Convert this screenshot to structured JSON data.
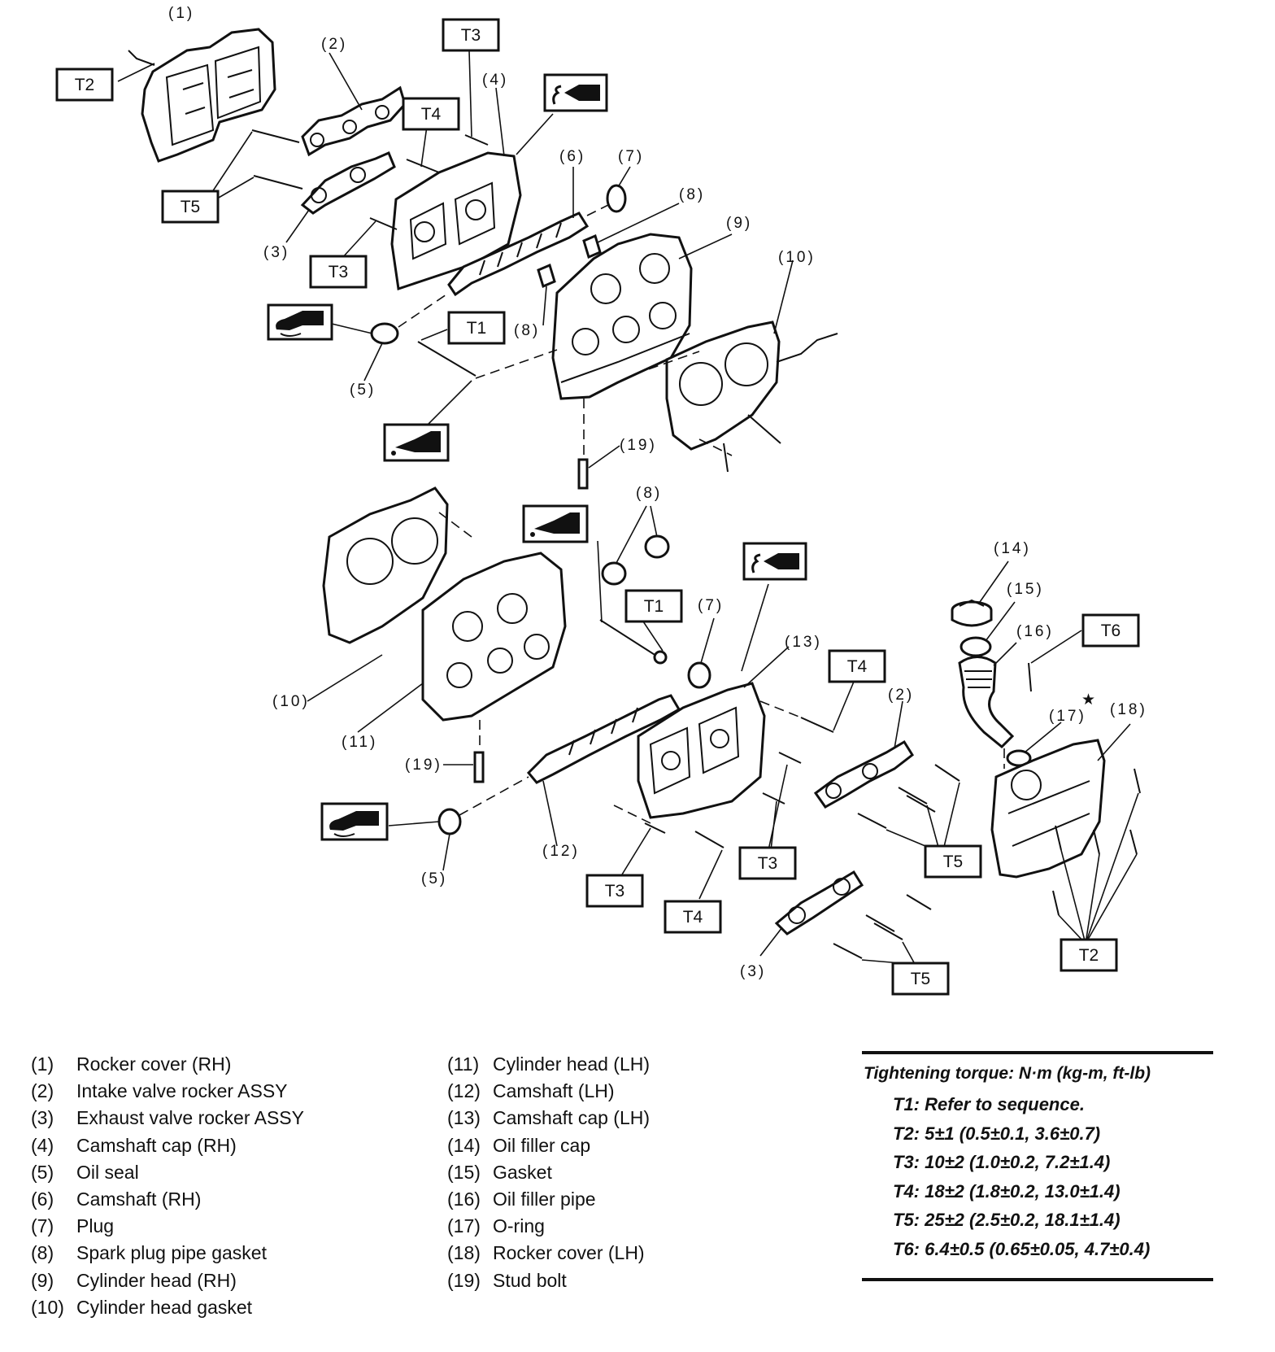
{
  "callouts": {
    "c1": "(1)",
    "c2a": "(2)",
    "c2b": "(2)",
    "c3a": "(3)",
    "c3b": "(3)",
    "c4": "(4)",
    "c5a": "(5)",
    "c5b": "(5)",
    "c6": "(6)",
    "c7a": "(7)",
    "c7b": "(7)",
    "c8a": "(8)",
    "c8b": "(8)",
    "c8c": "(8)",
    "c9": "(9)",
    "c10a": "(10)",
    "c10b": "(10)",
    "c11": "(11)",
    "c12": "(12)",
    "c13": "(13)",
    "c14": "(14)",
    "c15": "(15)",
    "c16": "(16)",
    "c17": "(17)",
    "c18": "(18)",
    "c19a": "(19)",
    "c19b": "(19)"
  },
  "torque_tags": {
    "t2a": "T2",
    "t3a": "T3",
    "t4a": "T4",
    "t5a": "T5",
    "t3b": "T3",
    "t1a": "T1",
    "t1b": "T1",
    "t4b": "T4",
    "t6": "T6",
    "t3c": "T3",
    "t5b": "T5",
    "t3d": "T3",
    "t4c": "T4",
    "t5c": "T5",
    "t2b": "T2"
  },
  "star_mark": "★",
  "legend_left": [
    {
      "num": "(1)",
      "label": "Rocker cover (RH)"
    },
    {
      "num": "(2)",
      "label": "Intake valve rocker ASSY"
    },
    {
      "num": "(3)",
      "label": "Exhaust valve rocker ASSY"
    },
    {
      "num": "(4)",
      "label": "Camshaft cap (RH)"
    },
    {
      "num": "(5)",
      "label": "Oil seal"
    },
    {
      "num": "(6)",
      "label": "Camshaft (RH)"
    },
    {
      "num": "(7)",
      "label": "Plug"
    },
    {
      "num": "(8)",
      "label": "Spark plug pipe gasket"
    },
    {
      "num": "(9)",
      "label": "Cylinder head (RH)"
    },
    {
      "num": "(10)",
      "label": "Cylinder head gasket"
    }
  ],
  "legend_right": [
    {
      "num": "(11)",
      "label": "Cylinder head (LH)"
    },
    {
      "num": "(12)",
      "label": "Camshaft (LH)"
    },
    {
      "num": "(13)",
      "label": "Camshaft cap (LH)"
    },
    {
      "num": "(14)",
      "label": "Oil filler cap"
    },
    {
      "num": "(15)",
      "label": "Gasket"
    },
    {
      "num": "(16)",
      "label": "Oil filler pipe"
    },
    {
      "num": "(17)",
      "label": "O-ring"
    },
    {
      "num": "(18)",
      "label": "Rocker cover (LH)"
    },
    {
      "num": "(19)",
      "label": "Stud bolt"
    }
  ],
  "torque_table": {
    "heading": "Tightening torque: N·m (kg-m, ft-lb)",
    "lines": [
      "T1: Refer to sequence.",
      "T2: 5±1 (0.5±0.1, 3.6±0.7)",
      "T3: 10±2 (1.0±0.2, 7.2±1.4)",
      "T4: 18±2 (1.8±0.2, 13.0±1.4)",
      "T5: 25±2 (2.5±0.2, 18.1±1.4)",
      "T6: 6.4±0.5 (0.65±0.05, 4.7±0.4)"
    ]
  }
}
